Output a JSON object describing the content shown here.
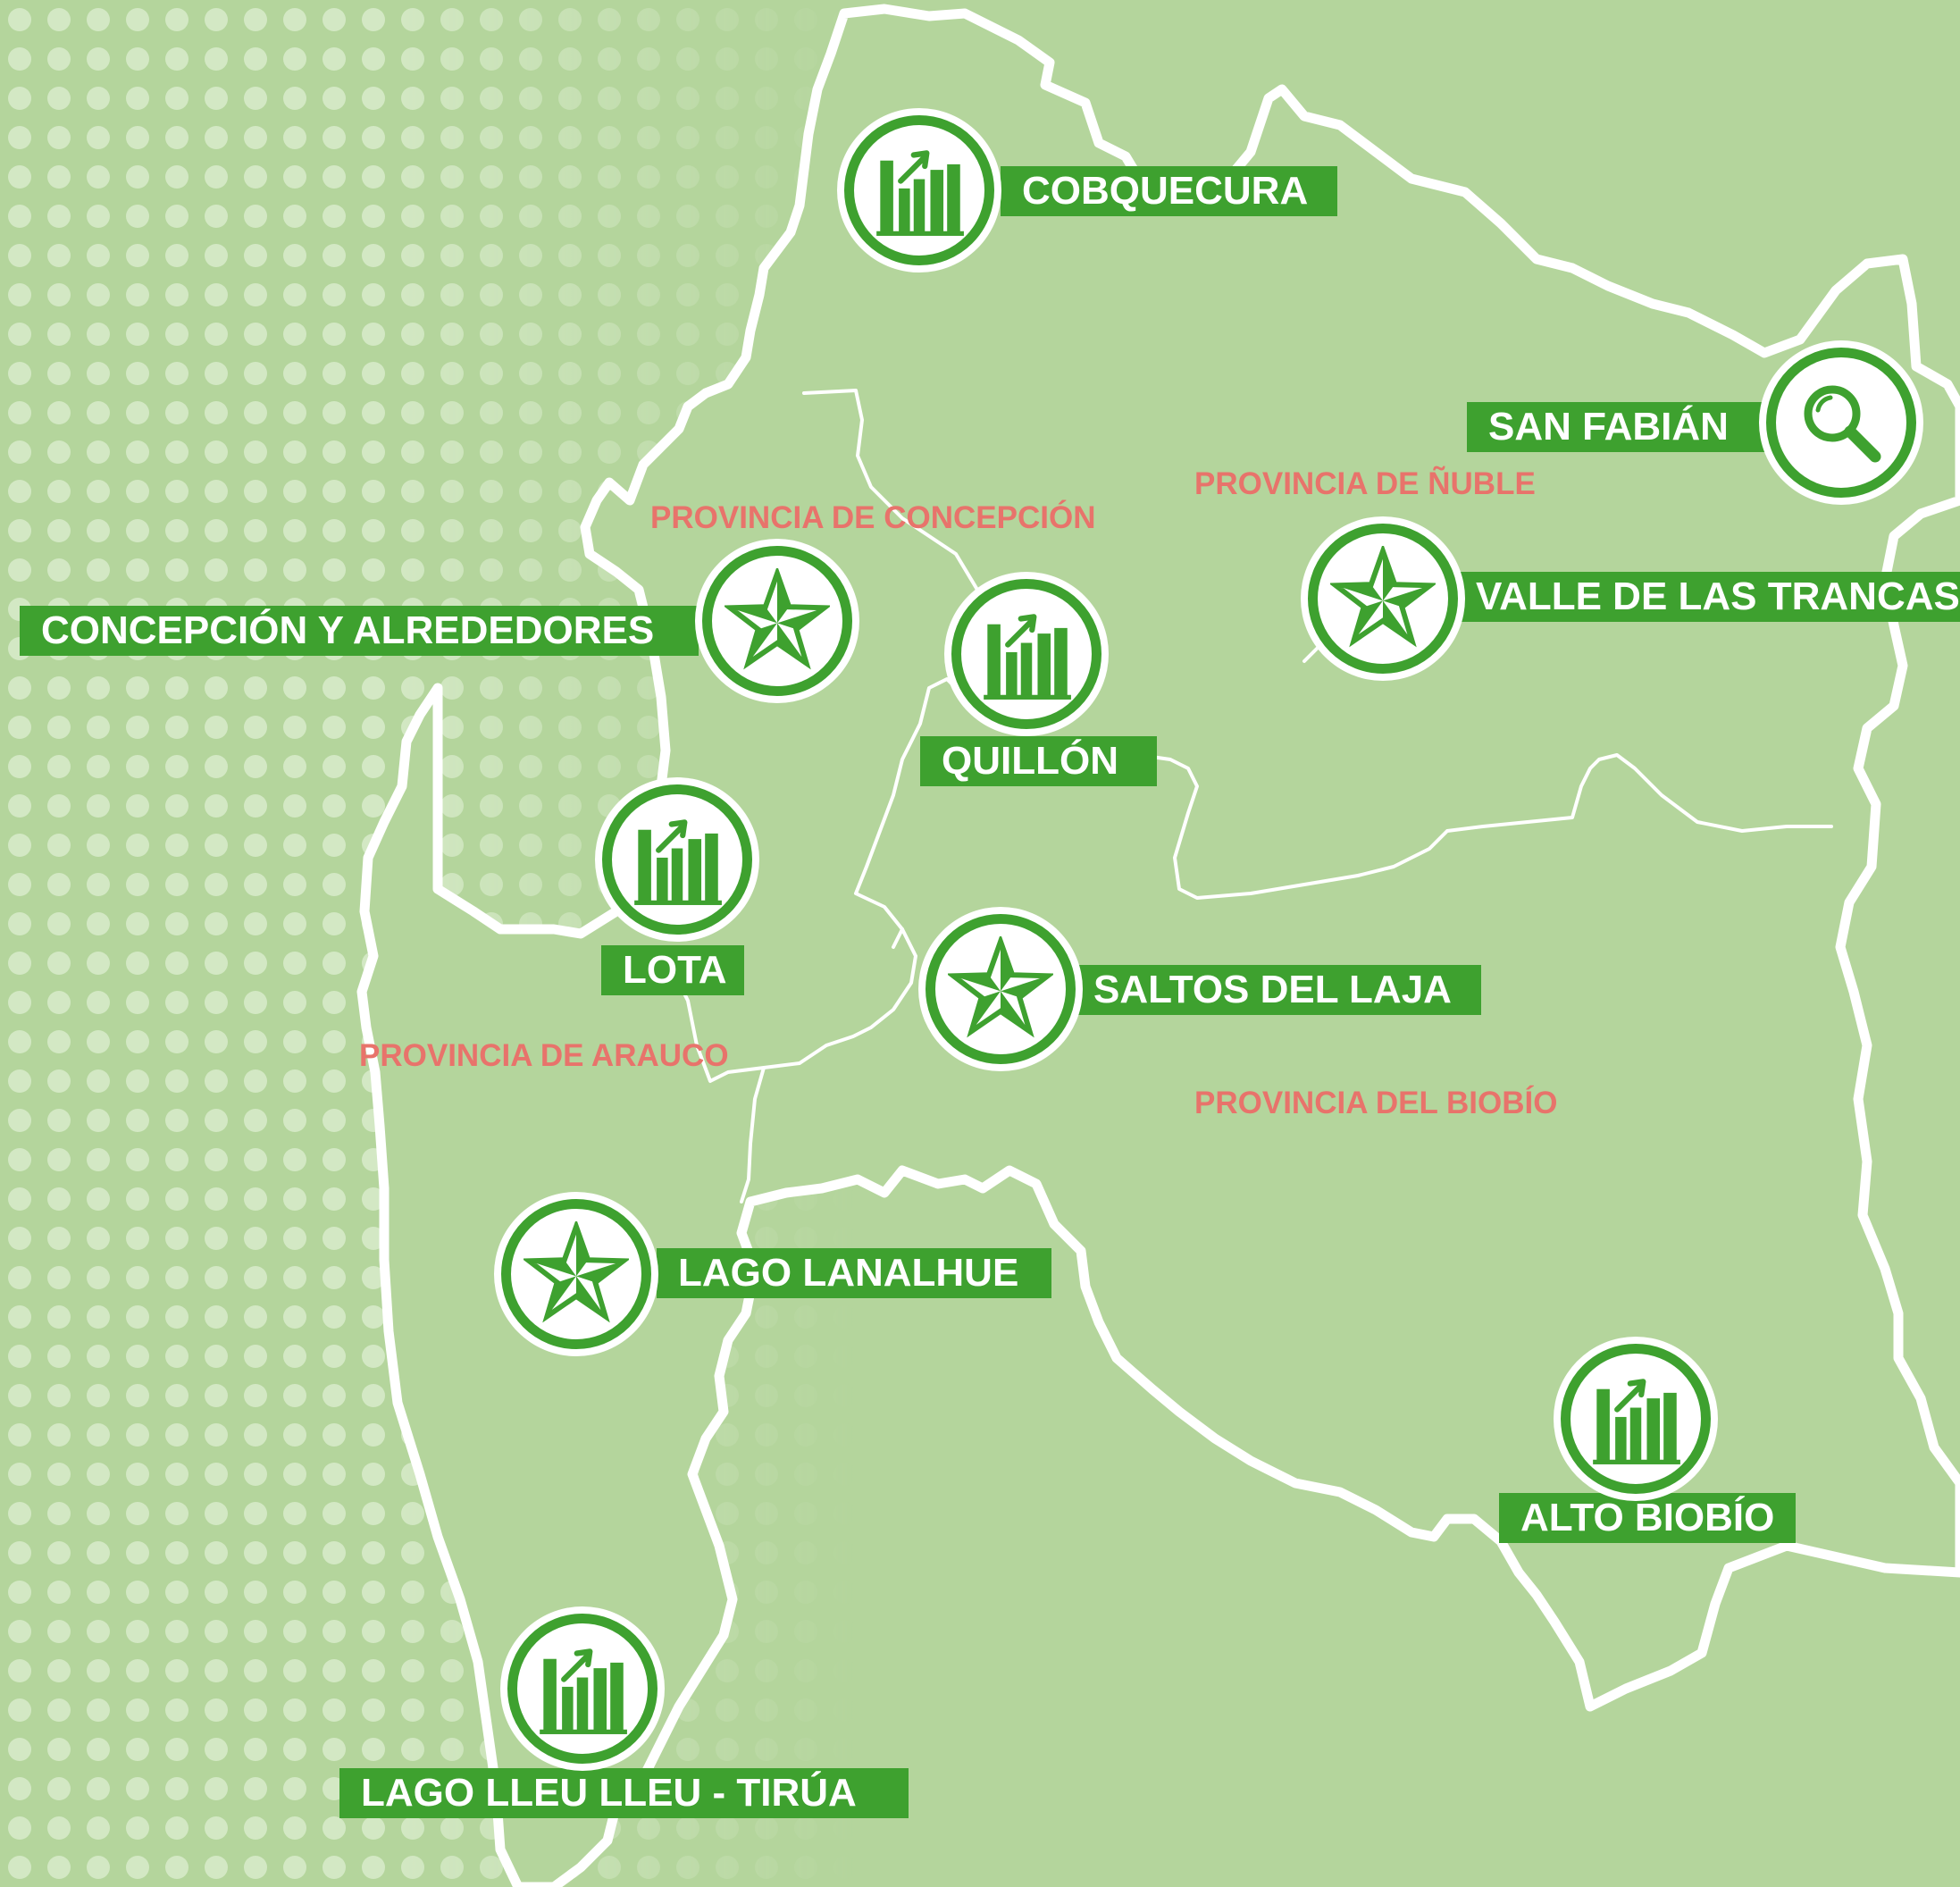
{
  "colors": {
    "map_fill": "#b4d59c",
    "outline": "#ffffff",
    "badge_green": "#3ea12f",
    "label_green": "#3ea12f",
    "province_text": "#e8736b",
    "dot_pattern": "#d3e8c4"
  },
  "provinces": [
    {
      "id": "concepcion",
      "label": "PROVINCIA DE CONCEPCIÓN"
    },
    {
      "id": "nuble",
      "label": "PROVINCIA DE ÑUBLE"
    },
    {
      "id": "arauco",
      "label": "PROVINCIA DE ARAUCO"
    },
    {
      "id": "biobio",
      "label": "PROVINCIA DEL BIOBÍO"
    }
  ],
  "destinations": [
    {
      "id": "cobquecura",
      "label": "COBQUECURA",
      "icon": "bar-chart-icon"
    },
    {
      "id": "san-fabian",
      "label": "SAN FABIÁN",
      "icon": "magnifier-icon"
    },
    {
      "id": "valle-de-las-trancas",
      "label": "VALLE DE LAS TRANCAS",
      "icon": "star-icon"
    },
    {
      "id": "concepcion-y-alrededores",
      "label": "CONCEPCIÓN Y ALREDEDORES",
      "icon": "star-icon"
    },
    {
      "id": "quillon",
      "label": "QUILLÓN",
      "icon": "bar-chart-icon"
    },
    {
      "id": "lota",
      "label": "LOTA",
      "icon": "bar-chart-icon"
    },
    {
      "id": "saltos-del-laja",
      "label": "SALTOS DEL LAJA",
      "icon": "star-icon"
    },
    {
      "id": "lago-lanalhue",
      "label": "LAGO LANALHUE",
      "icon": "star-icon"
    },
    {
      "id": "alto-biobio",
      "label": "ALTO BIOBÍO",
      "icon": "bar-chart-icon"
    },
    {
      "id": "lago-lleu-lleu-tirua",
      "label": "LAGO LLEU LLEU - TIRÚA",
      "icon": "bar-chart-icon"
    }
  ]
}
